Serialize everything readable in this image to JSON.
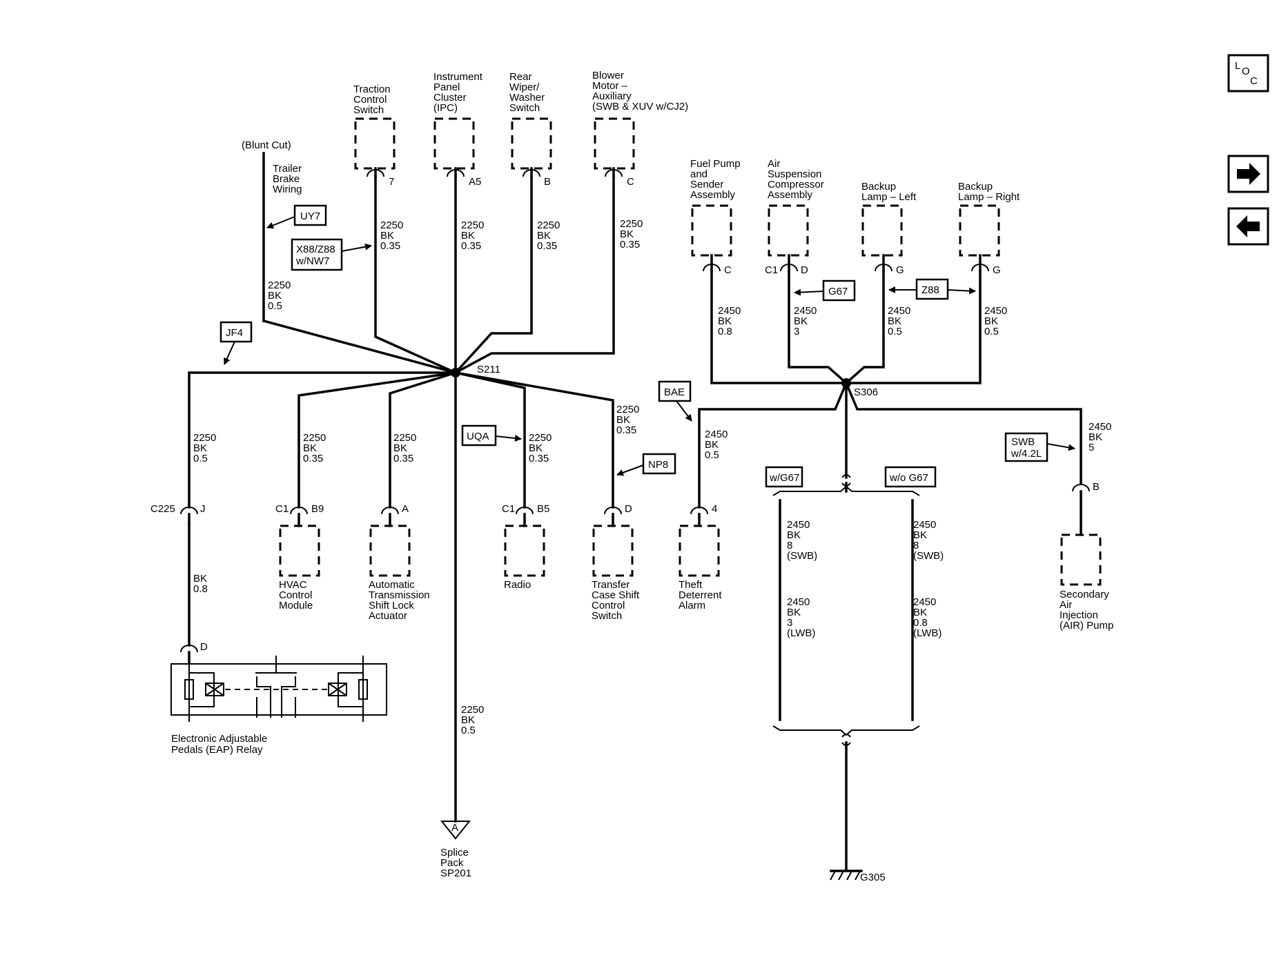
{
  "components": {
    "traction": [
      "Traction",
      "Control",
      "Switch"
    ],
    "ipc": [
      "Instrument",
      "Panel",
      "Cluster",
      "(IPC)"
    ],
    "rear_wiper": [
      "Rear",
      "Wiper/",
      "Washer",
      "Switch"
    ],
    "blower": [
      "Blower",
      "Motor –",
      "Auxiliary",
      "(SWB & XUV w/CJ2)"
    ],
    "fuel_pump": [
      "Fuel Pump",
      "and",
      "Sender",
      "Assembly"
    ],
    "air_susp": [
      "Air",
      "Suspension",
      "Compressor",
      "Assembly"
    ],
    "backup_left": [
      "Backup",
      "Lamp – Left"
    ],
    "backup_right": [
      "Backup",
      "Lamp – Right"
    ],
    "hvac": [
      "HVAC",
      "Control",
      "Module"
    ],
    "ats": [
      "Automatic",
      "Transmission",
      "Shift Lock",
      "Actuator"
    ],
    "radio": [
      "Radio"
    ],
    "transfer": [
      "Transfer",
      "Case Shift",
      "Control",
      "Switch"
    ],
    "theft": [
      "Theft",
      "Deterrent",
      "Alarm"
    ],
    "air_pump": [
      "Secondary",
      "Air",
      "Injection",
      "(AIR) Pump"
    ],
    "eap": [
      "Electronic Adjustable",
      "Pedals (EAP) Relay"
    ],
    "splice_pack": [
      "Splice",
      "Pack",
      "SP201"
    ],
    "trailer": [
      "Trailer",
      "Brake",
      "Wiring"
    ],
    "blunt_cut": "(Blunt Cut)"
  },
  "pins": {
    "traction": "7",
    "ipc": "A5",
    "rear_wiper": "B",
    "blower": "C",
    "fuel_pump": "C",
    "air_susp_conn": "C1",
    "air_susp": "D",
    "backup_left": "G",
    "backup_right": "G",
    "c225": "C225",
    "c225_pin": "J",
    "hvac_conn": "C1",
    "hvac": "B9",
    "ats": "A",
    "radio_conn": "C1",
    "radio": "B5",
    "transfer": "D",
    "theft": "4",
    "air_pump": "B",
    "eap": "D",
    "splice": "A"
  },
  "wires": {
    "trailer": [
      "2250",
      "BK",
      "0.5"
    ],
    "traction": [
      "2250",
      "BK",
      "0.35"
    ],
    "ipc": [
      "2250",
      "BK",
      "0.35"
    ],
    "rear_wiper": [
      "2250",
      "BK",
      "0.35"
    ],
    "blower": [
      "2250",
      "BK",
      "0.35"
    ],
    "eap": [
      "2250",
      "BK",
      "0.5"
    ],
    "eap_lower": [
      "BK",
      "0.8"
    ],
    "hvac": [
      "2250",
      "BK",
      "0.35"
    ],
    "ats": [
      "2250",
      "BK",
      "0.35"
    ],
    "radio": [
      "2250",
      "BK",
      "0.35"
    ],
    "transfer": [
      "2250",
      "BK",
      "0.35"
    ],
    "splice": [
      "2250",
      "BK",
      "0.5"
    ],
    "fuel_pump": [
      "2450",
      "BK",
      "0.8"
    ],
    "air_susp": [
      "2450",
      "BK",
      "3"
    ],
    "backup_left": [
      "2450",
      "BK",
      "0.5"
    ],
    "backup_right": [
      "2450",
      "BK",
      "0.5"
    ],
    "theft": [
      "2450",
      "BK",
      "0.5"
    ],
    "air_pump": [
      "2450",
      "BK",
      "5"
    ],
    "wg67_swb": [
      "2450",
      "BK",
      "8",
      "(SWB)"
    ],
    "wg67_lwb": [
      "2450",
      "BK",
      "3",
      "(LWB)"
    ],
    "wog67_swb": [
      "2450",
      "BK",
      "8",
      "(SWB)"
    ],
    "wog67_lwb": [
      "2450",
      "BK",
      "0.8",
      "(LWB)"
    ]
  },
  "splices": {
    "s211": "S211",
    "s306": "S306"
  },
  "ground": "G305",
  "options": {
    "uy7": "UY7",
    "x88": [
      "X88/Z88",
      "w/NW7"
    ],
    "jf4": "JF4",
    "uqa": "UQA",
    "np8": "NP8",
    "bae": "BAE",
    "g67": "G67",
    "z88": "Z88",
    "swb42": [
      "SWB",
      "w/4.2L"
    ],
    "with_g67": "w/G67",
    "without_g67": "w/o G67"
  },
  "nav": {
    "loc_l": "L",
    "loc_o": "O",
    "loc_c": "C",
    "next_icon": "right-arrow-icon",
    "prev_icon": "left-arrow-icon"
  }
}
